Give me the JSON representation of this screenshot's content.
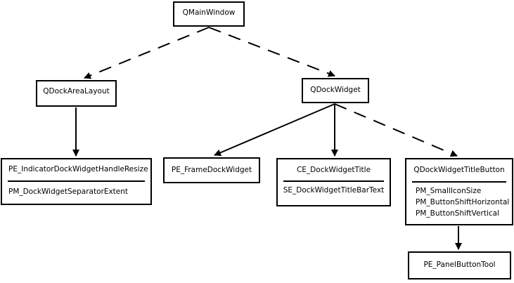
{
  "nodes": {
    "qmainwindow": {
      "title": "QMainWindow"
    },
    "qdockarealayout": {
      "title": "QDockAreaLayout"
    },
    "qdockwidget": {
      "title": "QDockWidget"
    },
    "indicator": {
      "title": "PE_IndicatorDockWidgetHandleResize",
      "items": [
        "PM_DockWidgetSeparatorExtent"
      ]
    },
    "framedock": {
      "title": "PE_FrameDockWidget"
    },
    "dockwidgettitle": {
      "title": "CE_DockWidgetTitle",
      "items": [
        "SE_DockWidgetTitleBarText"
      ]
    },
    "titlebutton": {
      "title": "QDockWidgetTitleButton",
      "items": [
        "PM_SmallIconSize",
        "PM_ButtonShiftHorizontal",
        "PM_ButtonShiftVertical"
      ]
    },
    "panelbutton": {
      "title": "PE_PanelButtonTool"
    }
  },
  "edges": [
    {
      "from": "qmainwindow",
      "to": "qdockarealayout",
      "style": "dashed"
    },
    {
      "from": "qmainwindow",
      "to": "qdockwidget",
      "style": "dashed"
    },
    {
      "from": "qdockarealayout",
      "to": "indicator",
      "style": "solid"
    },
    {
      "from": "qdockwidget",
      "to": "framedock",
      "style": "solid"
    },
    {
      "from": "qdockwidget",
      "to": "dockwidgettitle",
      "style": "solid"
    },
    {
      "from": "qdockwidget",
      "to": "titlebutton",
      "style": "dashed"
    },
    {
      "from": "titlebutton",
      "to": "panelbutton",
      "style": "solid"
    }
  ]
}
